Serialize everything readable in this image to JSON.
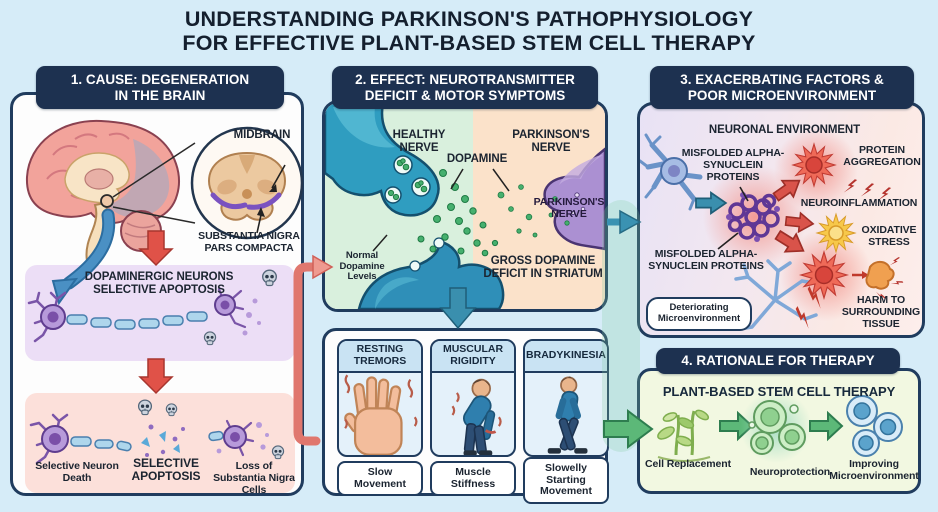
{
  "title": {
    "line1": "UNDERSTANDING PARKINSON'S PATHOPHYSIOLOGY",
    "line2": "FOR EFFECTIVE PLANT-BASED STEM CELL THERAPY"
  },
  "panel1": {
    "header_line1": "1. CAUSE: DEGENERATION",
    "header_line2": "IN THE BRAIN",
    "midbrain_label": "MIDBRAIN",
    "substantia_label": "SUBSTANTIA NIGRA PARS COMPACTA",
    "neurons_box_label": "DOPAMINERGIC NEURONS SELECTIVE APOPTOSIS",
    "bottom_labels": [
      {
        "text": "Selective Neuron Death"
      },
      {
        "text": "SELECTIVE APOPTOSIS"
      },
      {
        "text": "Loss of Substantia Nigra Cells"
      }
    ]
  },
  "panel2": {
    "header_line1": "2. EFFECT: NEUROTRANSMITTER",
    "header_line2": "DEFICIT & MOTOR SYMPTOMS",
    "healthy_nerve_label": "HEALTHY NERVE",
    "dopamine_label": "DOPAMINE",
    "parkinsons_nerve_label_top": "PARKINSON'S NERVE",
    "parkinsons_nerve_label_on_nerve": "PARKINSON'S NERVE",
    "normal_dopamine_label": "Normal Dopamine Levels",
    "deficit_label": "GROSS DOPAMINE DEFICIT IN STRIATUM",
    "symptoms": [
      {
        "title": "RESTING TREMORS",
        "caption": "Slow Movement"
      },
      {
        "title": "MUSCULAR RIGIDITY",
        "caption": "Muscle Stiffness"
      },
      {
        "title": "BRADYKINESIA",
        "caption": "Slowelly Starting Movement"
      }
    ]
  },
  "panel3": {
    "header_line1": "3. EXACERBATING FACTORS &",
    "header_line2": "POOR MICROENVIRONMENT",
    "environment_title": "NEURONAL ENVIRONMENT",
    "misfolded_label_top": "MISFOLDED ALPHA-SYNUCLEIN PROTEINS",
    "misfolded_label_bottom": "MISFOLDED ALPHA-SYNUCLEIN PROTEINS",
    "effect_protein_aggregation": "PROTEIN AGGREGATION",
    "effect_neuroinflammation": "NEUROINFLAMMATION",
    "effect_oxidative_stress": "OXIDATIVE STRESS",
    "effect_harm": "HARM TO SURROUNDING TISSUE",
    "bubble_label": "Deteriorating Microenvironment"
  },
  "panel4": {
    "header": "4. RATIONALE FOR THERAPY",
    "subtitle": "PLANT-BASED STEM CELL THERAPY",
    "items": [
      {
        "text": "Cell Replacement"
      },
      {
        "text": "Neuroprotection"
      },
      {
        "text": "Improving Microenvironment"
      }
    ]
  },
  "icons": {
    "skull-icon": "svg-skull-shape",
    "lightning-bolt-icon": "svg-bolt-shape",
    "starburst-icon": "svg-12point-star",
    "arrow-icon": "svg-block-arrow"
  },
  "colors": {
    "background": "#d6ecf8",
    "panel_border": "#203c5e",
    "header_bg": "#1d3150",
    "header_text": "#ffffff",
    "red_arrow": "#e05248",
    "salmon_connector": "#e0776e",
    "teal_nerve": "#2f9dc0",
    "purple_nerve": "#ab90d2",
    "dopamine_green": "#46b06e",
    "lavender_box": "#ecdef6",
    "pink_box": "#fce0da",
    "healthy_bg": "#d9f0dd",
    "parkinsons_bg": "#fbe2ca",
    "panel4_bg": "#f2f8e1",
    "starburst_red": "#ef6a58",
    "starburst_yellow": "#f7c84a",
    "therapy_green": "#5cb878"
  }
}
